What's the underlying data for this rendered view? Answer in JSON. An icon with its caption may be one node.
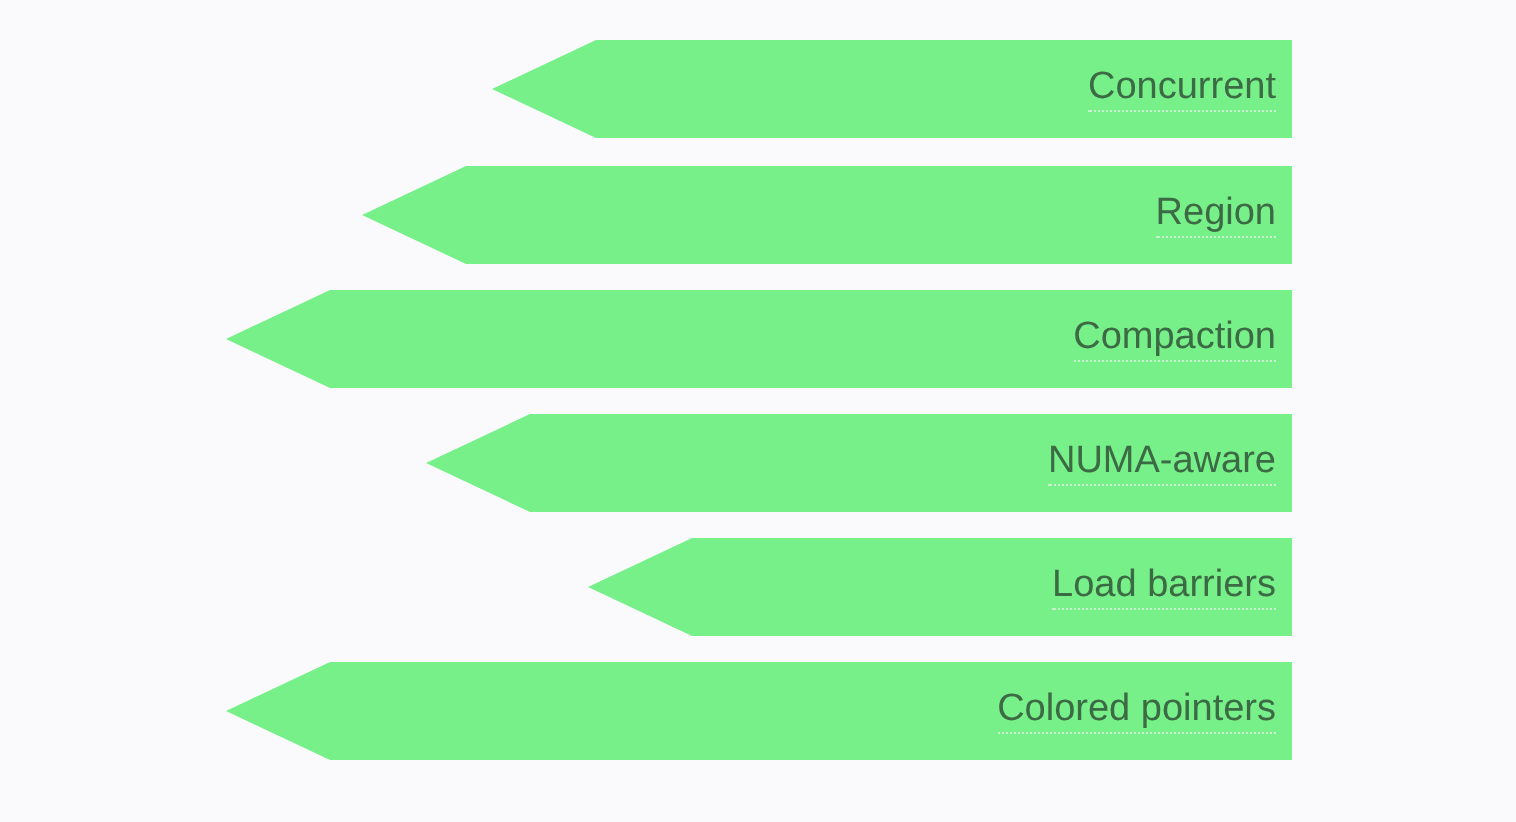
{
  "diagram": {
    "nodes": [
      {
        "text": [
          "Concurrent"
        ]
      },
      {
        "text": [
          "Region"
        ]
      },
      {
        "text": [
          "Compaction"
        ]
      },
      {
        "text": [
          "NUMA-aware"
        ]
      },
      {
        "text": [
          "Load barriers"
        ]
      },
      {
        "text": [
          "Colored pointers"
        ]
      }
    ]
  }
}
